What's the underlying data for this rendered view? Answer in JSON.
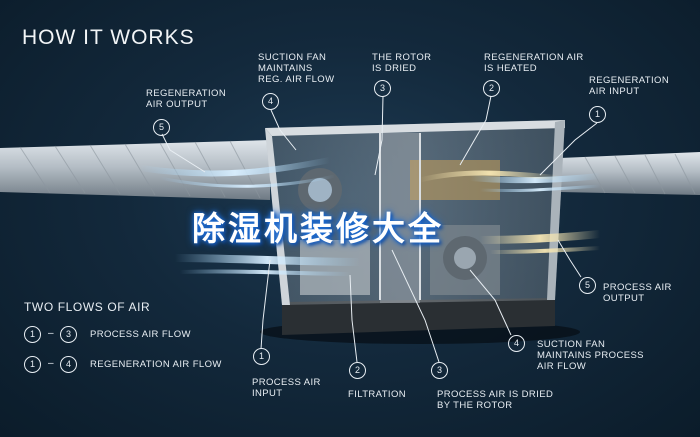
{
  "title": "HOW IT WORKS",
  "watermark": "除湿机装修大全",
  "legend": {
    "title": "TWO FLOWS OF AIR",
    "rows": [
      {
        "from": "1",
        "dash": "–",
        "to": "3",
        "label": "PROCESS AIR FLOW"
      },
      {
        "from": "1",
        "dash": "–",
        "to": "4",
        "label": "REGENERATION AIR FLOW"
      }
    ]
  },
  "callouts": [
    {
      "id": "c1",
      "number": "5",
      "text": "REGENERATION\nAIR OUTPUT"
    },
    {
      "id": "c2",
      "number": "4",
      "text": "SUCTION FAN\nMAINTAINS\nREG. AIR FLOW"
    },
    {
      "id": "c3",
      "number": "3",
      "text": "THE ROTOR\nIS DRIED"
    },
    {
      "id": "c4",
      "number": "2",
      "text": "REGENERATION AIR\nIS HEATED"
    },
    {
      "id": "c5",
      "number": "1",
      "text": "REGENERATION\nAIR INPUT"
    },
    {
      "id": "c6",
      "number": "5",
      "text": "PROCESS AIR\nOUTPUT"
    },
    {
      "id": "c7",
      "number": "4",
      "text": "SUCTION FAN\nMAINTAINS PROCESS\nAIR FLOW"
    },
    {
      "id": "c8",
      "number": "1",
      "text": "PROCESS AIR\nINPUT"
    },
    {
      "id": "c9",
      "number": "2",
      "text": "FILTRATION"
    },
    {
      "id": "c10",
      "number": "3",
      "text": "PROCESS AIR IS DRIED\nBY THE ROTOR"
    }
  ],
  "colors": {
    "background": "#13293c",
    "text": "#e8eef3",
    "watermark_glow": "#1f6fd6",
    "duct": "#b9c2c9",
    "cool_air": "#cfe8fb",
    "warm_air": "#f3dfa0"
  }
}
